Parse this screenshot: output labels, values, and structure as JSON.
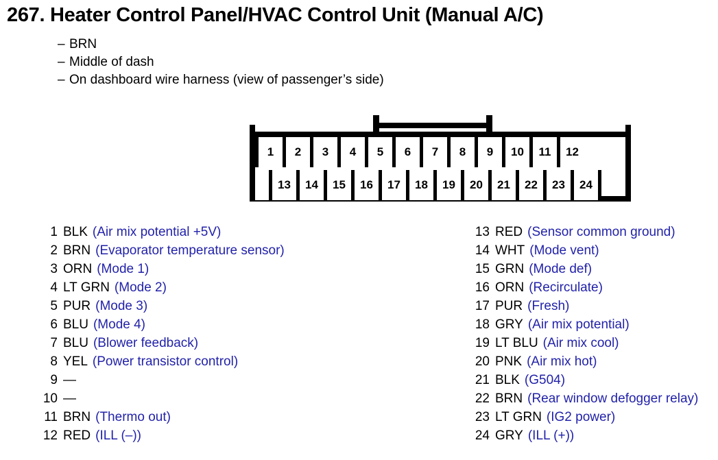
{
  "header": {
    "title": "267. Heater Control Panel/HVAC Control Unit (Manual A/C)",
    "notes": [
      {
        "dash": "–",
        "text": "BRN"
      },
      {
        "dash": "–",
        "text": "Middle of dash"
      },
      {
        "dash": "–",
        "text": "On dashboard wire harness (view of passenger’s side)"
      }
    ]
  },
  "connector": {
    "top_row": [
      "1",
      "2",
      "3",
      "4",
      "5",
      "6",
      "7",
      "8",
      "9",
      "10",
      "11",
      "12"
    ],
    "bottom_row": [
      "13",
      "14",
      "15",
      "16",
      "17",
      "18",
      "19",
      "20",
      "21",
      "22",
      "23",
      "24"
    ]
  },
  "legend": {
    "accent_color": "#2222aa",
    "left": [
      {
        "num": "1",
        "color": "BLK",
        "desc": "(Air mix potential +5V)"
      },
      {
        "num": "2",
        "color": "BRN",
        "desc": "(Evaporator temperature sensor)"
      },
      {
        "num": "3",
        "color": "ORN",
        "desc": "(Mode 1)"
      },
      {
        "num": "4",
        "color": "LT GRN",
        "desc": "(Mode 2)"
      },
      {
        "num": "5",
        "color": "PUR",
        "desc": "(Mode 3)"
      },
      {
        "num": "6",
        "color": "BLU",
        "desc": "(Mode 4)"
      },
      {
        "num": "7",
        "color": "BLU",
        "desc": "(Blower feedback)"
      },
      {
        "num": "8",
        "color": "YEL",
        "desc": "(Power transistor control)"
      },
      {
        "num": "9",
        "color": "—",
        "desc": ""
      },
      {
        "num": "10",
        "color": "—",
        "desc": ""
      },
      {
        "num": "11",
        "color": "BRN",
        "desc": "(Thermo out)"
      },
      {
        "num": "12",
        "color": "RED",
        "desc": "(ILL (–))"
      }
    ],
    "right": [
      {
        "num": "13",
        "color": "RED",
        "desc": "(Sensor common ground)"
      },
      {
        "num": "14",
        "color": "WHT",
        "desc": "(Mode vent)"
      },
      {
        "num": "15",
        "color": "GRN",
        "desc": "(Mode def)"
      },
      {
        "num": "16",
        "color": "ORN",
        "desc": "(Recirculate)"
      },
      {
        "num": "17",
        "color": "PUR",
        "desc": "(Fresh)"
      },
      {
        "num": "18",
        "color": "GRY",
        "desc": "(Air mix potential)"
      },
      {
        "num": "19",
        "color": "LT BLU",
        "desc": "(Air mix cool)"
      },
      {
        "num": "20",
        "color": "PNK",
        "desc": "(Air mix hot)"
      },
      {
        "num": "21",
        "color": "BLK",
        "desc": "(G504)"
      },
      {
        "num": "22",
        "color": "BRN",
        "desc": "(Rear window defogger relay)"
      },
      {
        "num": "23",
        "color": "LT GRN",
        "desc": "(IG2 power)"
      },
      {
        "num": "24",
        "color": "GRY",
        "desc": "(ILL (+))"
      }
    ]
  }
}
